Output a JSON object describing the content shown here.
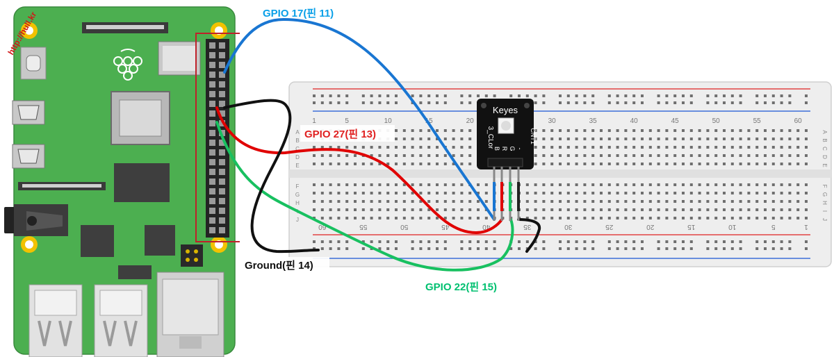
{
  "watermark": "http://hull.kr",
  "module": {
    "brand": "Keyes",
    "side_text": "3_CLor",
    "model": "CNT1",
    "pins": [
      "B",
      "R",
      "G",
      "-"
    ]
  },
  "wire_labels": {
    "blue": "GPIO 17(핀 11)",
    "red": "GPIO 27(핀 13)",
    "green": "GPIO 22(핀 15)",
    "ground": "Ground(핀 14)"
  },
  "colors": {
    "board_green": "#4CAF50",
    "wire_blue": "#1976D2",
    "wire_red": "#E00000",
    "wire_green": "#18C060",
    "wire_black": "#111111",
    "label_blue": "#0AA0E8",
    "label_red": "#E02020",
    "label_green": "#00C070",
    "label_black": "#111111",
    "highlight_box": "#C0202A"
  },
  "breadboard": {
    "row_letters_top": [
      "A",
      "B",
      "C",
      "D",
      "E"
    ],
    "row_letters_bottom": [
      "F",
      "G",
      "H",
      "I",
      "J"
    ],
    "col_numbers": [
      "1",
      "5",
      "10",
      "15",
      "20",
      "25",
      "30",
      "35",
      "40",
      "45",
      "50",
      "55",
      "60"
    ]
  }
}
